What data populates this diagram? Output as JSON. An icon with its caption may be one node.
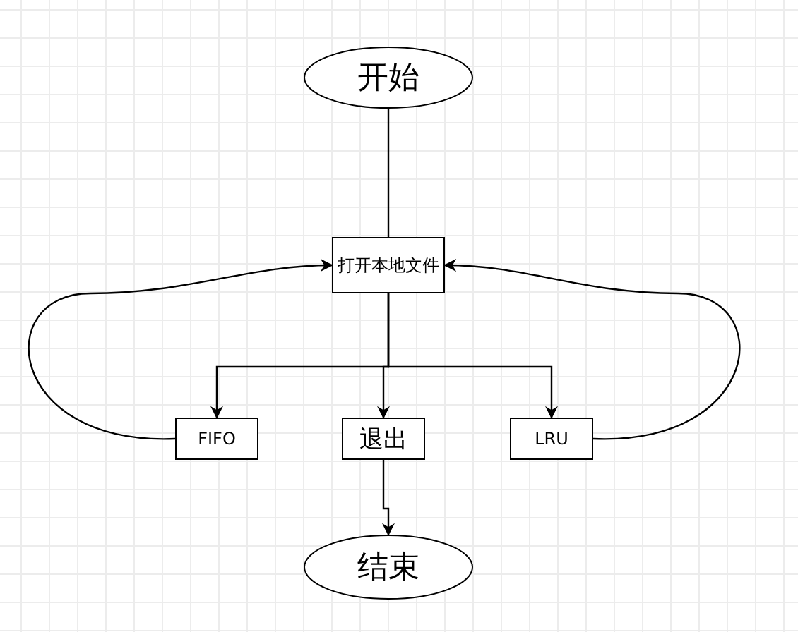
{
  "diagram": {
    "nodes": [
      {
        "text": [
          "开始"
        ]
      },
      {
        "text": [
          "打开本地文件"
        ]
      },
      {
        "text": [
          "FIFO"
        ]
      },
      {
        "text": [
          "退出"
        ]
      },
      {
        "text": [
          "LRU"
        ]
      },
      {
        "text": [
          "结束"
        ]
      }
    ],
    "edges": [
      {
        "from": 0,
        "to": 1,
        "arrow": "none"
      },
      {
        "from": 1,
        "to": 2,
        "arrow": "to"
      },
      {
        "from": 1,
        "to": 3,
        "arrow": "to"
      },
      {
        "from": 1,
        "to": 4,
        "arrow": "to"
      },
      {
        "from": 2,
        "to": 1,
        "arrow": "to"
      },
      {
        "from": 4,
        "to": 1,
        "arrow": "to"
      },
      {
        "from": 3,
        "to": 5,
        "arrow": "to"
      }
    ]
  }
}
